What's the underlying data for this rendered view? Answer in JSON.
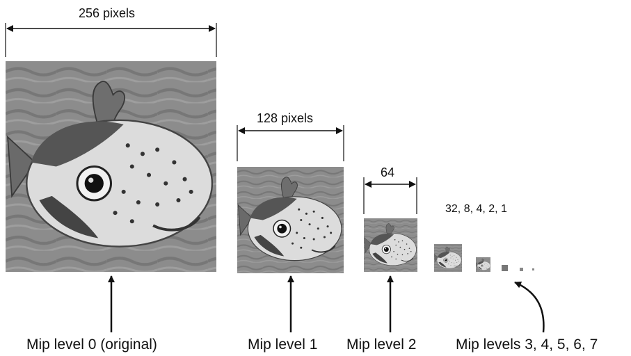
{
  "dimensions": {
    "level0_width": "256 pixels",
    "level1_width": "128 pixels",
    "level2_width": "64",
    "small_sizes": "32, 8, 4, 2, 1"
  },
  "captions": {
    "level0": "Mip level 0 (original)",
    "level1": "Mip level 1",
    "level2": "Mip level 2",
    "levels_rest": "Mip levels 3, 4, 5, 6, 7"
  },
  "images": {
    "subject": "pufferfish-over-water",
    "colors": {
      "water": "#8a8a8a",
      "fish_light": "#e6e6e6",
      "fish_dark": "#3a3a3a"
    }
  }
}
